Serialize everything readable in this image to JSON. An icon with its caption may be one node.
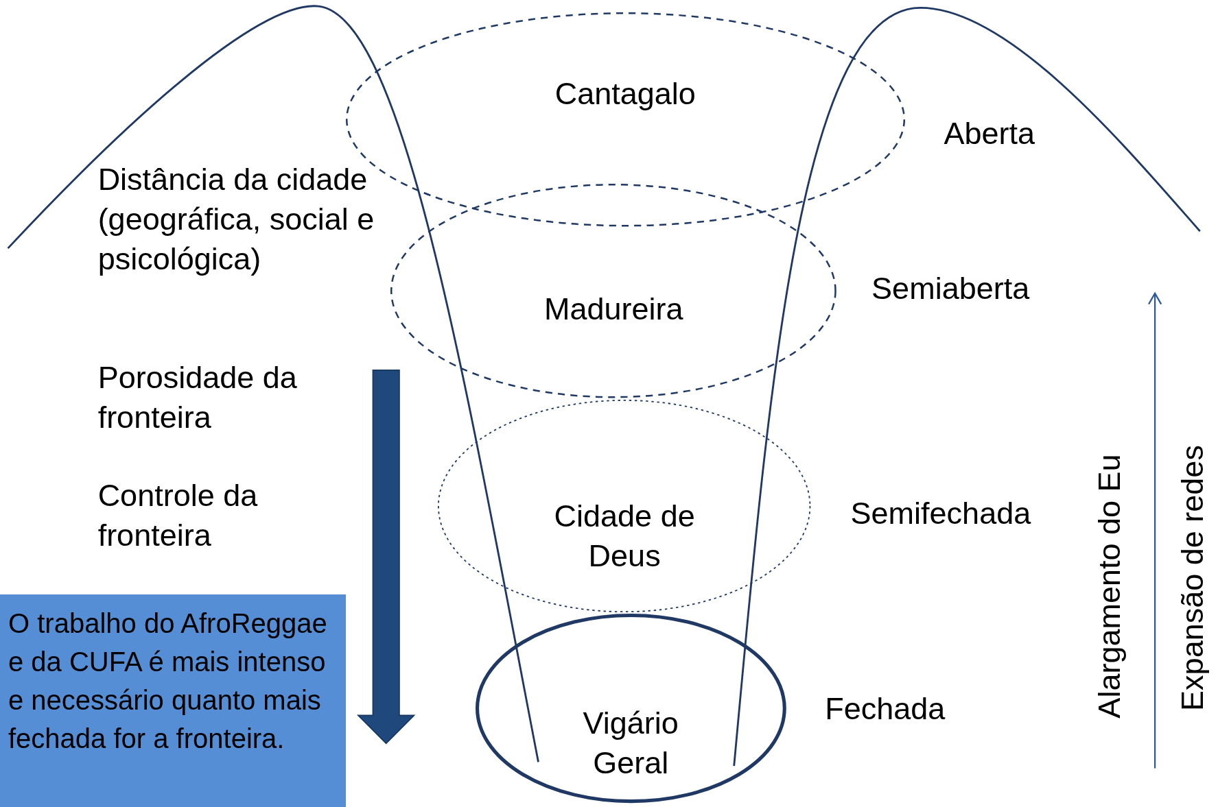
{
  "diagram": {
    "nodes": [
      {
        "text": [
          "Cantagalo"
        ]
      },
      {
        "text": [
          "Madureira"
        ]
      },
      {
        "text": [
          "Cidade de Deus"
        ]
      },
      {
        "text": [
          "Vigário Geral"
        ]
      },
      {
        "text": [
          "Distância da cidade (geográfica, social e psicológica)"
        ]
      },
      {
        "text": [
          "Porosidade da fronteira"
        ]
      },
      {
        "text": [
          "Controle da fronteira"
        ]
      },
      {
        "text": [
          "O trabalho do AfroReggae e da CUFA é mais intenso e necessário quanto mais fechada for a fronteira."
        ]
      }
    ],
    "labels": [
      "Aberta",
      "Semiaberta",
      "Semifechada",
      "Fechada",
      "Alargamento do Eu",
      "Expansão de redes"
    ]
  }
}
